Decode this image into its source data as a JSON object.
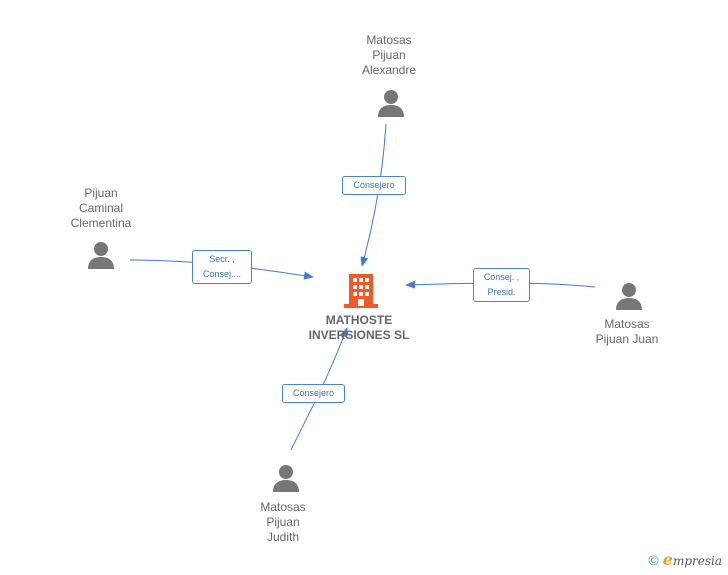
{
  "company": {
    "name": "MATHOSTE\nINVERSIONES SL",
    "color": "#f05a28"
  },
  "people": {
    "top": {
      "name": "Matosas\nPijuan\nAlexandre"
    },
    "left": {
      "name": "Pijuan\nCaminal\nClementina"
    },
    "right": {
      "name": "Matosas\nPijuan Juan"
    },
    "bottom": {
      "name": "Matosas\nPijuan\nJudith"
    }
  },
  "edges": {
    "top": {
      "label": "Consejero"
    },
    "left": {
      "label": "Secr. ,\nConsej...."
    },
    "right": {
      "label": "Consej. ,\nPresid."
    },
    "bottom": {
      "label": "Consejero"
    }
  },
  "colors": {
    "edge": "#3b7dd8",
    "person": "#777777"
  },
  "footer": {
    "copyright": "©",
    "brand_initial": "e",
    "brand_rest": "mpresia"
  }
}
